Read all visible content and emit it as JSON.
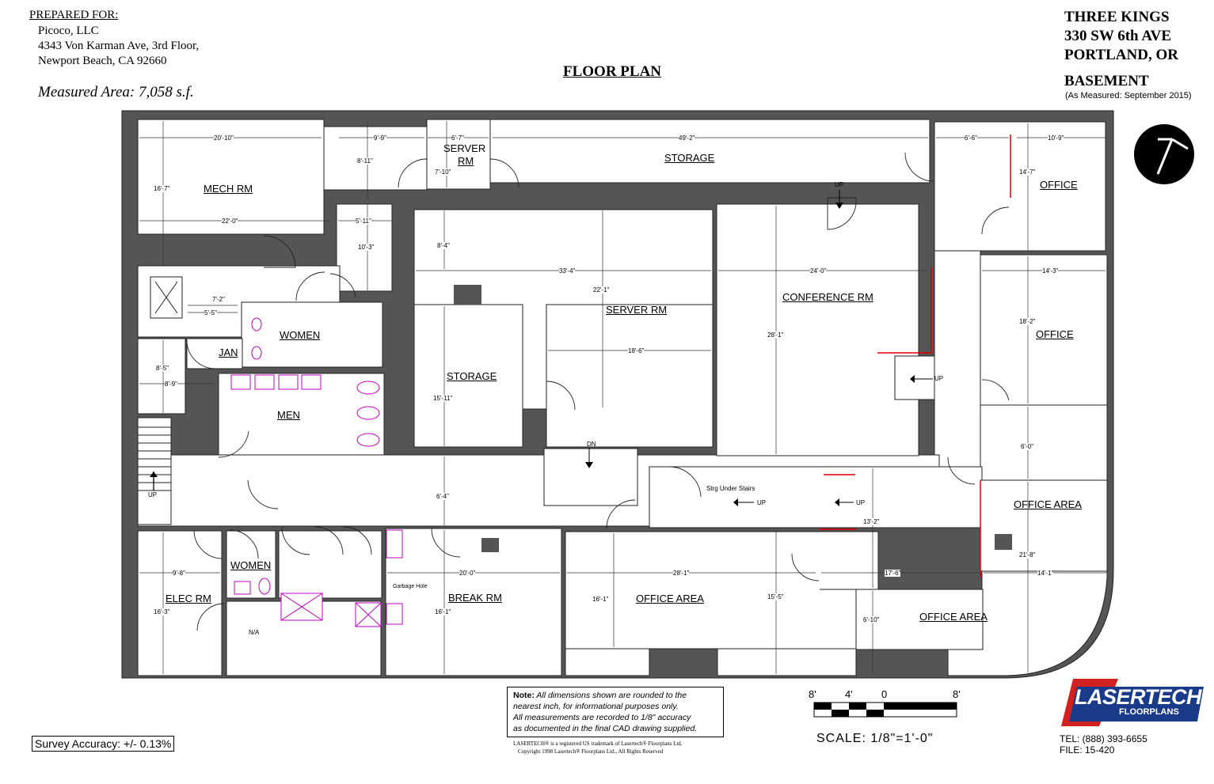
{
  "header": {
    "prepared_for_label": "PREPARED FOR:",
    "client_lines": [
      "Picoco, LLC",
      "4343 Von Karman Ave, 3rd Floor,",
      "Newport Beach, CA  92660"
    ],
    "measured_area": "Measured Area:  7,058 s.f.",
    "title": "FLOOR PLAN",
    "building_lines": [
      "THREE KINGS",
      "330 SW 6th AVE",
      "PORTLAND, OR"
    ],
    "floor": "BASEMENT",
    "measured_date": "(As Measured:  September 2015)"
  },
  "rooms": {
    "mech_rm": "MECH RM",
    "server_rm_small": [
      "SERVER",
      "RM"
    ],
    "storage_top": "STORAGE",
    "office_1": "OFFICE",
    "office_2": "OFFICE",
    "server_rm": "SERVER RM",
    "conference_rm": "CONFERENCE RM",
    "women_1": "WOMEN",
    "jan": "JAN",
    "men": "MEN",
    "storage_mid": "STORAGE",
    "office_area_1": "OFFICE AREA",
    "women_2": "WOMEN",
    "elec_rm": "ELEC RM",
    "break_rm": "BREAK RM",
    "office_area_2": "OFFICE AREA",
    "office_area_3": "OFFICE AREA"
  },
  "dimensions": {
    "d1": "20'-10\"",
    "d2": "9'-9\"",
    "d3": "6'-7\"",
    "d4": "49'-2\"",
    "d5": "6'-6\"",
    "d6": "10'-9\"",
    "d7": "16'-7\"",
    "d8": "8'-11\"",
    "d9": "7'-10\"",
    "d10": "14'-7\"",
    "d11": "22'-0\"",
    "d12": "5'-11\"",
    "d13": "10'-3\"",
    "d14": "8'-4\"",
    "d15": "33'-4\"",
    "d16": "24'-0\"",
    "d17": "14'-3\"",
    "d18": "7'-2\"",
    "d19": "5'-5\"",
    "d20": "22'-1\"",
    "d21": "18'-2\"",
    "d22": "28'-1\"",
    "d23": "18'-6\"",
    "d24": "8'-5\"",
    "d25": "8'-9\"",
    "d26": "15'-11\"",
    "d27": "6'-0\"",
    "d28": "6'-4\"",
    "d29": "13'-2\"",
    "d30": "21'-8\"",
    "d31": "9'-8\"",
    "d32": "20'-0\"",
    "d33": "28'-1\"",
    "d34": "17'-6\"",
    "d35": "14'-1\"",
    "d36": "16'-3\"",
    "d37": "16'-1\"",
    "d38": "16'-1\"",
    "d39": "15'-5\"",
    "d40": "6'-10\""
  },
  "annotations": {
    "up_1": "UP",
    "up_2": "UP",
    "up_3": "UP",
    "up_4": "UP",
    "up_5": "UP",
    "dn": "DN",
    "strg_under_stairs": "Strg Under Stairs",
    "garbage_hole": "Garbage Hole",
    "na": "N/A"
  },
  "footer": {
    "survey_accuracy": "Survey Accuracy:  +/-  0.13%",
    "note_label": "Note:",
    "note_lines": [
      "All dimensions shown are rounded to the",
      "nearest inch, for informational purposes only.",
      "All measurements are recorded to 1/8\" accuracy",
      "as documented in the final CAD drawing supplied."
    ],
    "trademark_line": "LASERTECH® is a registered US trademark of Lasertech® Floorplans Ltd.",
    "copyright_line": "Copyright 1998 Lasertech® Floorplans Ltd., All Rights Reserved",
    "scale_ticks": [
      "8'",
      "4'",
      "0",
      "8'"
    ],
    "scale_text": "SCALE: 1/8\"=1'-0\"",
    "logo_line1": "LASERTECH",
    "logo_line2": "FLOORPLANS",
    "tel": "TEL:  (888) 393-6655",
    "file": "FILE:  15-420"
  },
  "colors": {
    "wall": "#555555",
    "fixture": "#c000c0",
    "accent_red": "#e00000",
    "logo_blue": "#1a3a8a",
    "logo_red": "#d02020"
  }
}
